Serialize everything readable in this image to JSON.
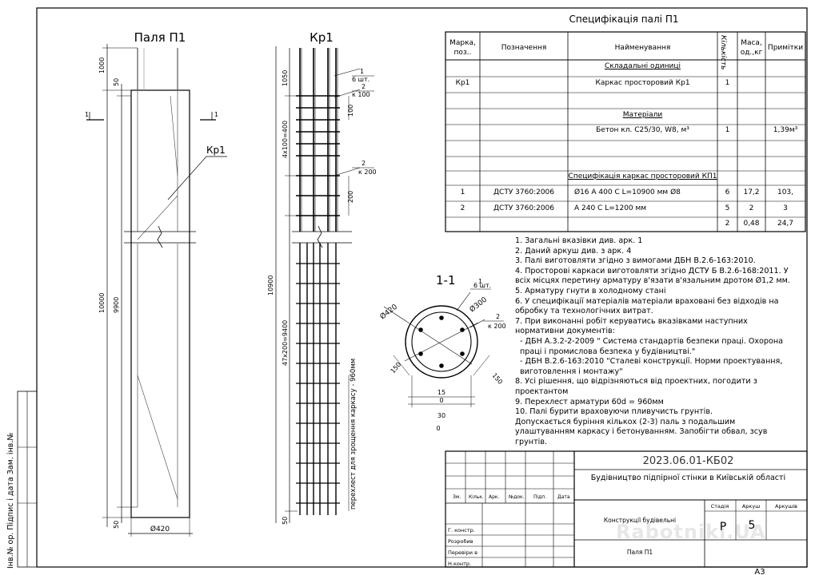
{
  "views": {
    "pile_title": "Паля П1",
    "cage_title": "Кр1",
    "section_title": "1-1"
  },
  "pile": {
    "dims": {
      "top": "1000",
      "top_cover": "50",
      "length": "10000",
      "inner": "9900",
      "bottom_cover": "50",
      "diameter": "Ø420"
    },
    "section_mark": "1",
    "callout": "Кр1"
  },
  "cage": {
    "dims": {
      "top": "1050",
      "stirrups": "4х100=400",
      "mid": "200",
      "total": "10900",
      "stirrups2": "47х200=9400",
      "bottom": "50"
    },
    "splice_note": "перехлест для зрощення каркасу - 960мм",
    "callouts": [
      {
        "num": "1",
        "qty": "6 шт."
      },
      {
        "num": "2",
        "qty": "к 100"
      },
      {
        "num": "2",
        "qty": "к 200"
      }
    ]
  },
  "section": {
    "d_outer": "Ø420",
    "d_inner": "Ø300",
    "dim_150_left": "150",
    "dim_150_right": "150",
    "dim_15": "15",
    "dim_0a": "0",
    "dim_30": "30",
    "dim_0b": "0",
    "callouts": [
      {
        "num": "1",
        "qty": "6 шт."
      },
      {
        "num": "2",
        "qty": "к 200"
      }
    ]
  },
  "spec": {
    "title": "Специфікація палі П1",
    "headers": [
      "Марка, поз..",
      "Позначення",
      "Найменування",
      "Кількість",
      "Маса, од.,кг",
      "Примітки"
    ],
    "rows": [
      {
        "mark": "",
        "designation": "",
        "name": "Складальні одиниці",
        "qty": "",
        "mass": "",
        "note": ""
      },
      {
        "mark": "Кр1",
        "designation": "",
        "name": "Каркас просторовий Кр1",
        "qty": "1",
        "mass": "",
        "note": ""
      },
      {
        "mark": "",
        "designation": "",
        "name": "Матеріали",
        "qty": "",
        "mass": "",
        "note": ""
      },
      {
        "mark": "",
        "designation": "",
        "name": "Бетон кл. С25/30, W8, м³",
        "qty": "1",
        "mass": "",
        "note": "1,39м³"
      },
      {
        "mark": "",
        "designation": "",
        "name": "",
        "qty": "",
        "mass": "",
        "note": ""
      },
      {
        "mark": "",
        "designation": "",
        "name": "Специфікація каркас просторовий КП1",
        "qty": "",
        "mass": "",
        "note": ""
      },
      {
        "mark": "1",
        "designation": "ДСТУ 3760:2006",
        "name": "Ø16 А 400 С L=10900 мм Ø8",
        "qty": "6",
        "mass": "17,2",
        "note": "103,"
      },
      {
        "mark": "2",
        "designation": "ДСТУ 3760:2006",
        "name": "А 240 С L=1200 мм",
        "qty": "5",
        "mass": "2",
        "note": "3"
      },
      {
        "mark": "",
        "designation": "",
        "name": "",
        "qty": "2",
        "mass": "0,48",
        "note": "24,7"
      }
    ]
  },
  "notes": [
    "1. Загальні вказівки див. арк. 1",
    "2. Даний аркуш див. з арк. 4",
    "3. Палі виготовляти згідно з вимогами ДБН В.2.6-163:2010.",
    "4. Просторові каркаси виготовляти згідно ДСТУ Б В.2.6-168:2011. У всіх місцях перетину арматуру в'язати в'язальним дротом Ø1,2 мм.",
    "5. Арматуру гнути в холодному стані",
    "6. У специфікації матеріалів матеріали враховані без відходів на обробку та технологічних витрат.",
    "7. При виконанні робіт керуватись вказівками наступних нормативни документів:",
    " - ДБН А.3.2-2-2009 \" Система стандартів безпеки праці. Охорона праці і промислова безпека у будівництві.\"",
    " - ДБН В.2.6-163:2010 \"Сталеві конструкції. Норми проектування, виготовлення і монтажу\"",
    "8. Усі рішення, що відрізняються від проектних, погодити з проектантом",
    "9. Перехлест арматури 60d = 960мм",
    "10. Палі бурити враховуючи пливучисть грунтів.",
    "Допускається буріння кількох (2-3) паль з подальшим улаштуванням каркасу і бетонуванням. Запобігти обвал, зсув грунтів."
  ],
  "stamp": {
    "code": "2023.06.01-КБ02",
    "project": "Будівництво підпірної стінки в Київській області",
    "cols": [
      "Зм.",
      "Кільк.",
      "Арк.",
      "№док.",
      "Підп.",
      "Дата"
    ],
    "roles": [
      "Г.  констр.",
      "Розробив",
      "Перевіри в",
      "Н.контр."
    ],
    "section_name": "Конструкції будівельні",
    "sheet_name": "Паля П1",
    "stage_label": "Стадія",
    "sheet_label": "Аркуш",
    "sheets_label": "Аркушів",
    "stage": "Р",
    "sheet": "5",
    "format": "А3"
  },
  "side_label": "Інв.№ ор. Підпис і дата Зам. інв.№",
  "watermark": "Rabotniki.UA"
}
